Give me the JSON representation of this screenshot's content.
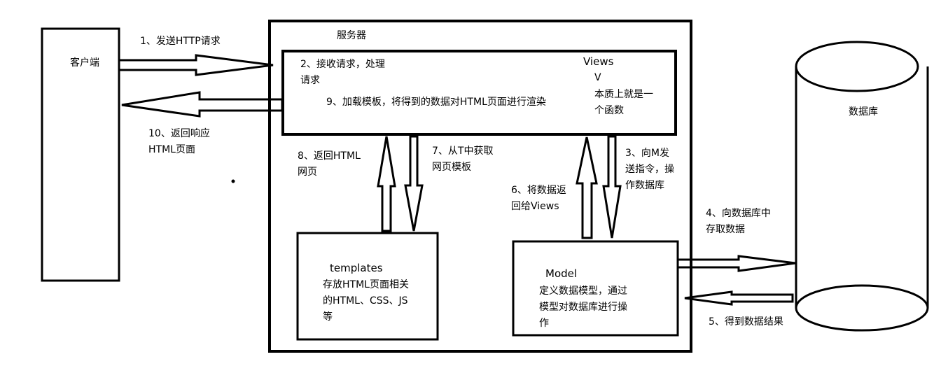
{
  "colors": {
    "stroke": "#000000",
    "background": "#ffffff"
  },
  "nodes": {
    "client": "客户端",
    "server": "服务器",
    "database": "数据库",
    "views_title": "Views",
    "views_v": "V",
    "views_desc_1": "本质上就是一",
    "views_desc_2": "个函数",
    "views_receive_1": "2、接收请求，处理",
    "views_receive_2": "请求",
    "views_render": "9、加载模板，将得到的数据对HTML页面进行渲染",
    "templates_title": "templates",
    "templates_desc_1": "存放HTML页面相关",
    "templates_desc_2": "的HTML、CSS、JS",
    "templates_desc_3": "等",
    "model_title": "Model",
    "model_desc_1": "定义数据模型，通过",
    "model_desc_2": "模型对数据库进行操",
    "model_desc_3": "作"
  },
  "edges": {
    "e1": "1、发送HTTP请求",
    "e10_1": "10、返回响应",
    "e10_2": "HTML页面",
    "e8_1": "8、返回HTML",
    "e8_2": "网页",
    "e7_1": "7、从T中获取",
    "e7_2": "网页模板",
    "e6_1": "6、将数据返",
    "e6_2": "回给Views",
    "e3_1": "3、向M发",
    "e3_2": "送指令，操",
    "e3_3": "作数据库",
    "e4_1": "4、向数据库中",
    "e4_2": "存取数据",
    "e5": "5、得到数据结果"
  }
}
